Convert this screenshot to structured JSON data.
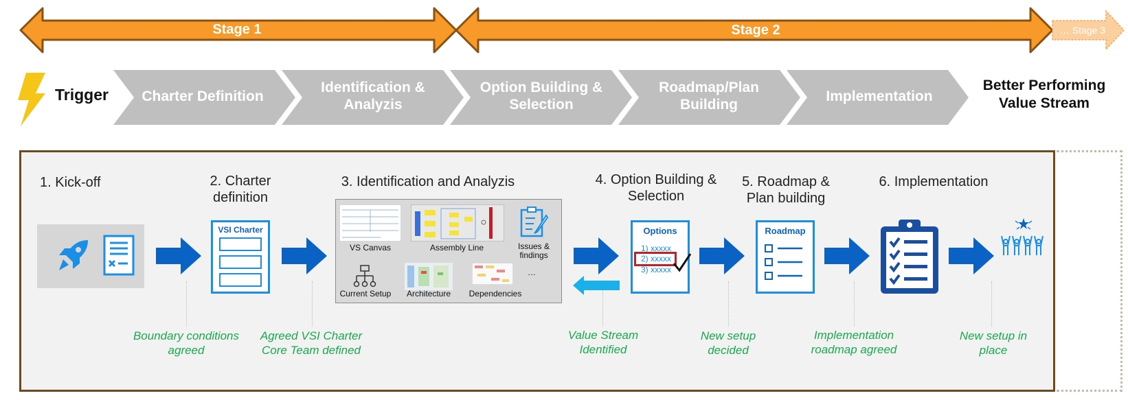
{
  "stages": {
    "stage1": "Stage 1",
    "stage2": "Stage 2",
    "stage3": "… Stage 3"
  },
  "trigger": "Trigger",
  "phases": [
    "Charter Definition",
    "Identification & Analyzis",
    "Option Building & Selection",
    "Roadmap/Plan Building",
    "Implementation"
  ],
  "result": "Better Performing Value Stream",
  "steps": {
    "s1": "1. Kick-off",
    "s2": "2. Charter definition",
    "s3": "3. Identification and Analyzis",
    "s4": "4. Option Building & Selection",
    "s5": "5. Roadmap & Plan building",
    "s6": "6. Implementation"
  },
  "artifacts": {
    "vsi_charter": "VSI Charter",
    "vs_canvas": "VS Canvas",
    "assembly_line": "Assembly Line",
    "issues": "Issues & findings",
    "current_setup": "Current Setup",
    "architecture": "Architecture",
    "dependencies": "Dependencies",
    "ellipsis": "…",
    "options_title": "Options",
    "option1": "1) xxxxx",
    "option2": "2) xxxxx",
    "option3": "3) xxxxx",
    "roadmap_title": "Roadmap"
  },
  "outcomes": {
    "o1": "Boundary conditions agreed",
    "o2": "Agreed VSI Charter Core Team defined",
    "o3": "Value Stream Identified",
    "o4": "New setup decided",
    "o5": "Implementation roadmap agreed",
    "o6": "New setup in place"
  },
  "colors": {
    "orange": "#f79a2a",
    "orange_border": "#8a5210",
    "chevron_gray": "#bfbfbf",
    "blue": "#0a63c4",
    "light_blue": "#1ab0ec",
    "green_text": "#1aa84f",
    "frame_brown": "#6b4a1e",
    "panel_bg": "#f2f2f2"
  }
}
